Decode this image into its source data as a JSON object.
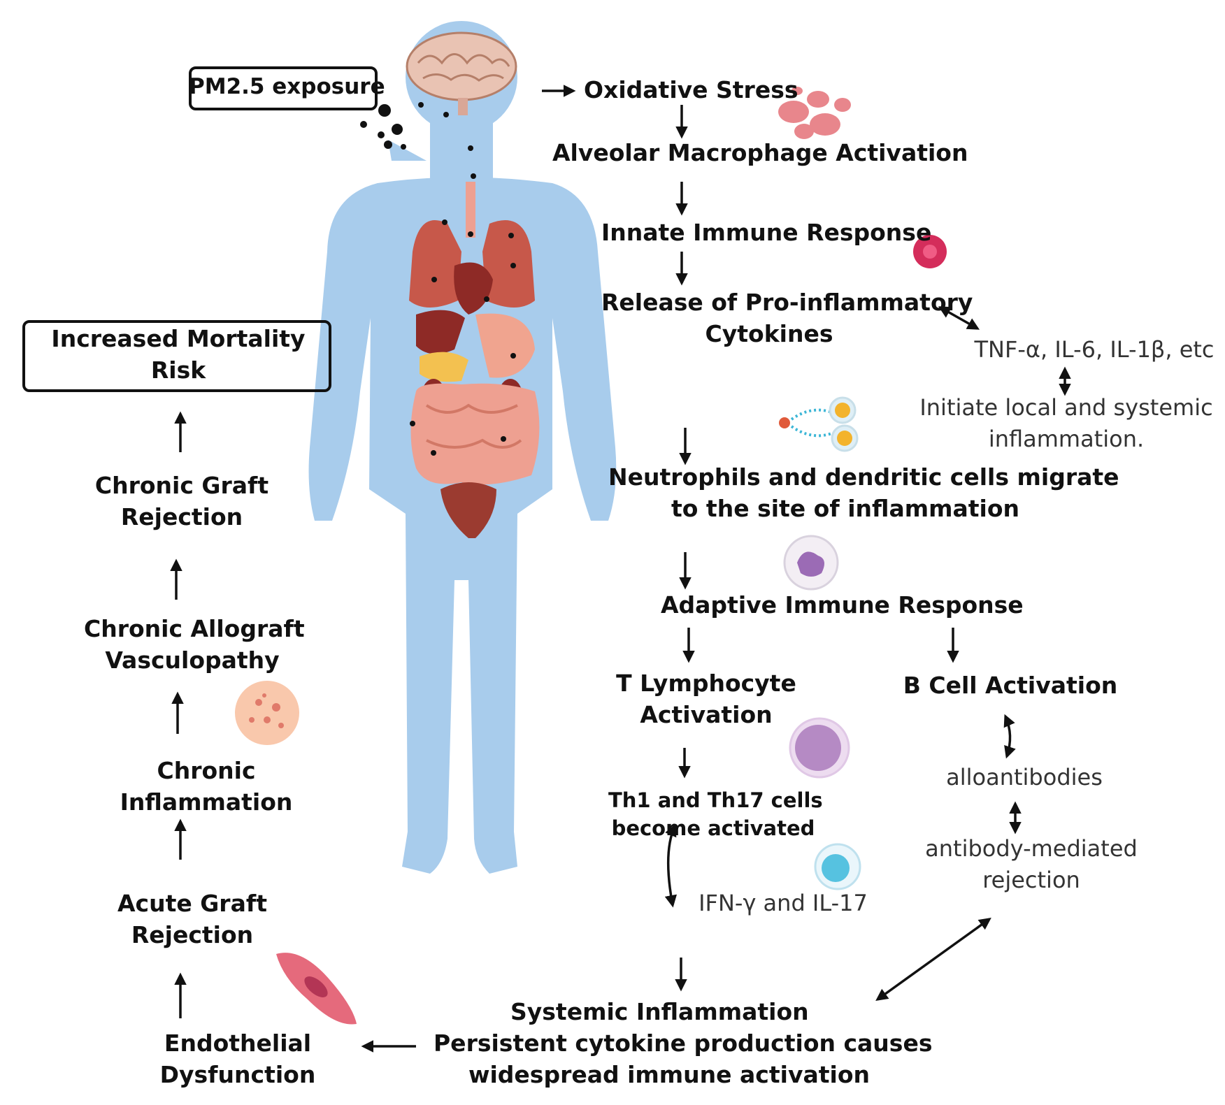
{
  "exposure_label": "PM2.5 exposure",
  "pathway": {
    "oxidative_stress": "Oxidative Stress",
    "macrophage": "Alveolar Macrophage Activation",
    "innate": "Innate Immune Response",
    "cytokine_release_1": "Release of Pro-inflammatory",
    "cytokine_release_2": "Cytokines",
    "cytokines_list": "TNF-α, IL-6, IL-1β, etc",
    "initiate_1": "Initiate local and systemic",
    "initiate_2": "inflammation.",
    "neutrophils_1": "Neutrophils and dendritic cells migrate",
    "neutrophils_2": "to the site of inflammation",
    "adaptive": "Adaptive Immune Response",
    "t_cell_1": "T Lymphocyte",
    "t_cell_2": "Activation",
    "b_cell": "B Cell Activation",
    "th_1": "Th1 and Th17 cells",
    "th_2": "become activated",
    "alloantibodies": "alloantibodies",
    "amr_1": "antibody-mediated",
    "amr_2": "rejection",
    "ifn": "IFN-γ and IL-17",
    "systemic_1": "Systemic Inflammation",
    "systemic_2": "Persistent cytokine production causes",
    "systemic_3": "widespread immune activation"
  },
  "outcomes": {
    "endothelial_1": "Endothelial",
    "endothelial_2": "Dysfunction",
    "acute_1": "Acute Graft",
    "acute_2": "Rejection",
    "chronic_inflam_1": "Chronic",
    "chronic_inflam_2": "Inflammation",
    "cav_1": "Chronic Allograft",
    "cav_2": "Vasculopathy",
    "chronic_graft_1": "Chronic Graft",
    "chronic_graft_2": "Rejection",
    "mortality_1": "Increased Mortality",
    "mortality_2": "Risk"
  },
  "colors": {
    "body": "#a8ccec",
    "organ": "#c7584a",
    "organ_dark": "#8e2a26",
    "intestine": "#eea091",
    "text": "#111111"
  },
  "icons": [
    "brain-icon",
    "red-blood-cells-icon",
    "virus-icon",
    "cell-signaling-icon",
    "neutrophil-icon",
    "lymphocyte-icon",
    "blue-cell-icon",
    "inflamed-cell-icon",
    "endothelial-cell-icon"
  ]
}
